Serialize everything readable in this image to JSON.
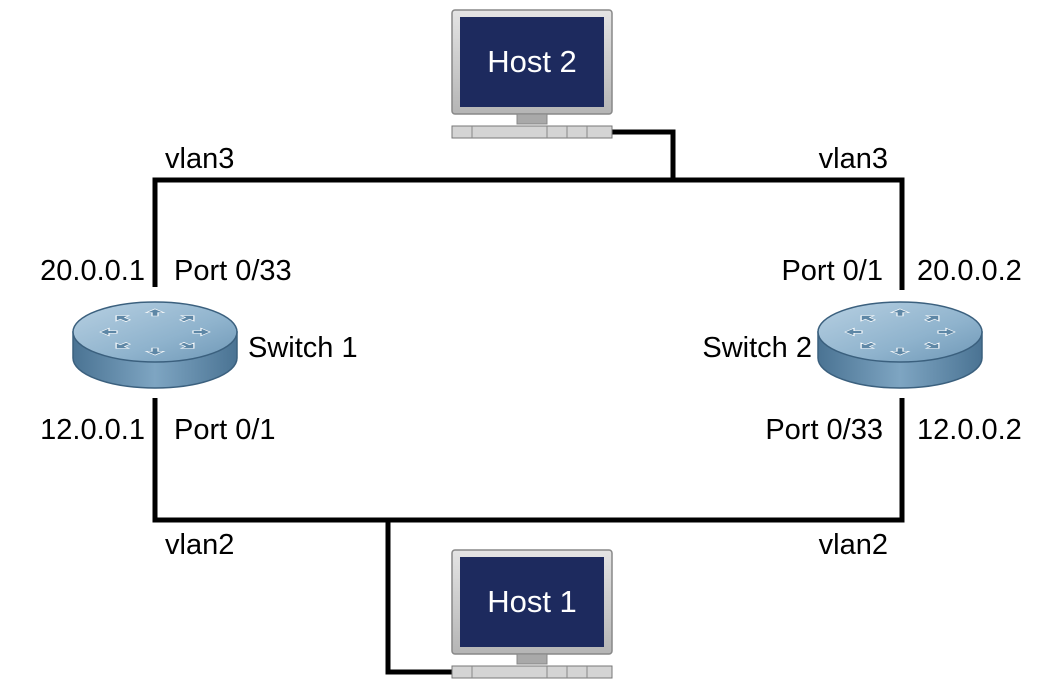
{
  "diagram": {
    "hosts": [
      {
        "id": "host1",
        "label": "Host 1"
      },
      {
        "id": "host2",
        "label": "Host 2"
      }
    ],
    "switches": [
      {
        "id": "switch1",
        "label": "Switch 1",
        "top_port": {
          "name": "Port 0/33",
          "ip": "20.0.0.1",
          "vlan": "vlan3"
        },
        "bottom_port": {
          "name": "Port 0/1",
          "ip": "12.0.0.1",
          "vlan": "vlan2"
        }
      },
      {
        "id": "switch2",
        "label": "Switch 2",
        "top_port": {
          "name": "Port 0/1",
          "ip": "20.0.0.2",
          "vlan": "vlan3"
        },
        "bottom_port": {
          "name": "Port 0/33",
          "ip": "12.0.0.2",
          "vlan": "vlan2"
        }
      }
    ],
    "links": [
      {
        "from": "switch1",
        "to": "switch2",
        "vlan": "vlan3",
        "host": "host2"
      },
      {
        "from": "switch1",
        "to": "switch2",
        "vlan": "vlan2",
        "host": "host1"
      }
    ],
    "colors": {
      "monitor_screen": "#1d2a5e",
      "monitor_frame": "#c9c9c9",
      "switch_top": "#8fb3cd",
      "switch_side": "#5d87a6",
      "wire": "#000000"
    }
  }
}
